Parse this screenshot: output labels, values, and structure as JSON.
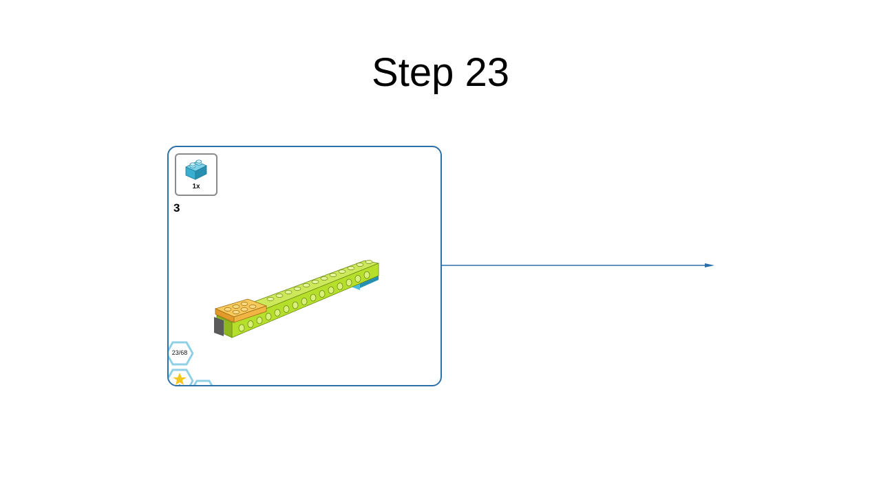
{
  "slide": {
    "title": "Step 23"
  },
  "panel": {
    "parts_callout": {
      "quantity": "1x",
      "part_icon": "brick-1x2-icon",
      "part_color": "#3aaed0"
    },
    "substep_number": "3",
    "badges": {
      "progress": "23/68",
      "points": "0"
    }
  },
  "colors": {
    "panel_border": "#2b6fa8",
    "arrow": "#2b6fa8",
    "beam_green": "#b5df2a",
    "plate_orange": "#f2b443",
    "brick_blue": "#3aaed0"
  }
}
